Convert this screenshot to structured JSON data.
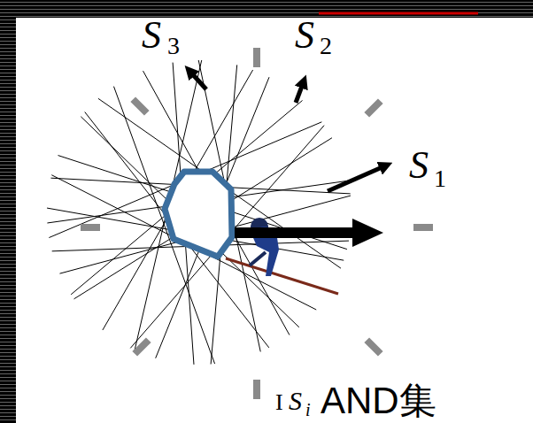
{
  "diagram": {
    "labels": [
      "S",
      "3",
      "S",
      "2",
      "S",
      "1",
      "I",
      "S",
      "i",
      "AND集"
    ]
  }
}
